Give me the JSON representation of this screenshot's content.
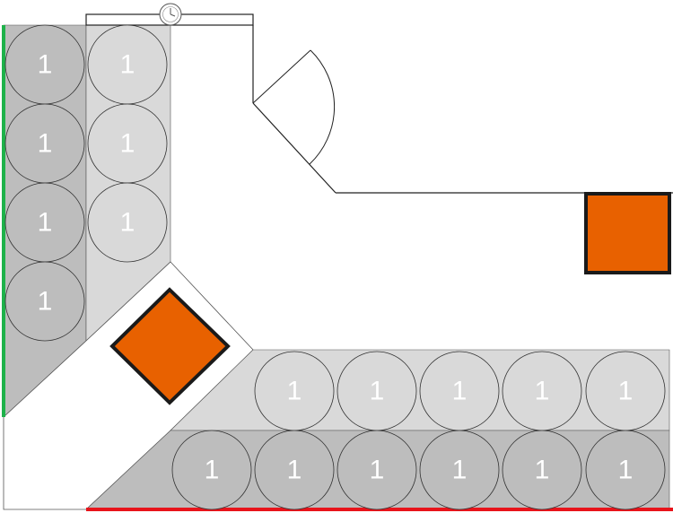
{
  "floor_plan": {
    "colors": {
      "zone_dark": "#bdbdbd",
      "zone_light": "#d9d9d9",
      "table_fill": "#e86100",
      "table_stroke": "#1a1a1a",
      "wall_left": "#1eb24a",
      "wall_bottom": "#e8141b",
      "outline": "#222222"
    },
    "icons": [
      "clock-icon",
      "door-swing-icon",
      "table-square-icon"
    ],
    "left_zone": {
      "outer_column": [
        "1",
        "1",
        "1",
        "1"
      ],
      "inner_column": [
        "1",
        "1",
        "1"
      ]
    },
    "bottom_zone": {
      "upper_row": [
        "1",
        "1",
        "1",
        "1",
        "1"
      ],
      "lower_row": [
        "1",
        "1",
        "1",
        "1",
        "1",
        "1"
      ]
    },
    "tables": [
      "diagonal-table",
      "right-table"
    ]
  }
}
